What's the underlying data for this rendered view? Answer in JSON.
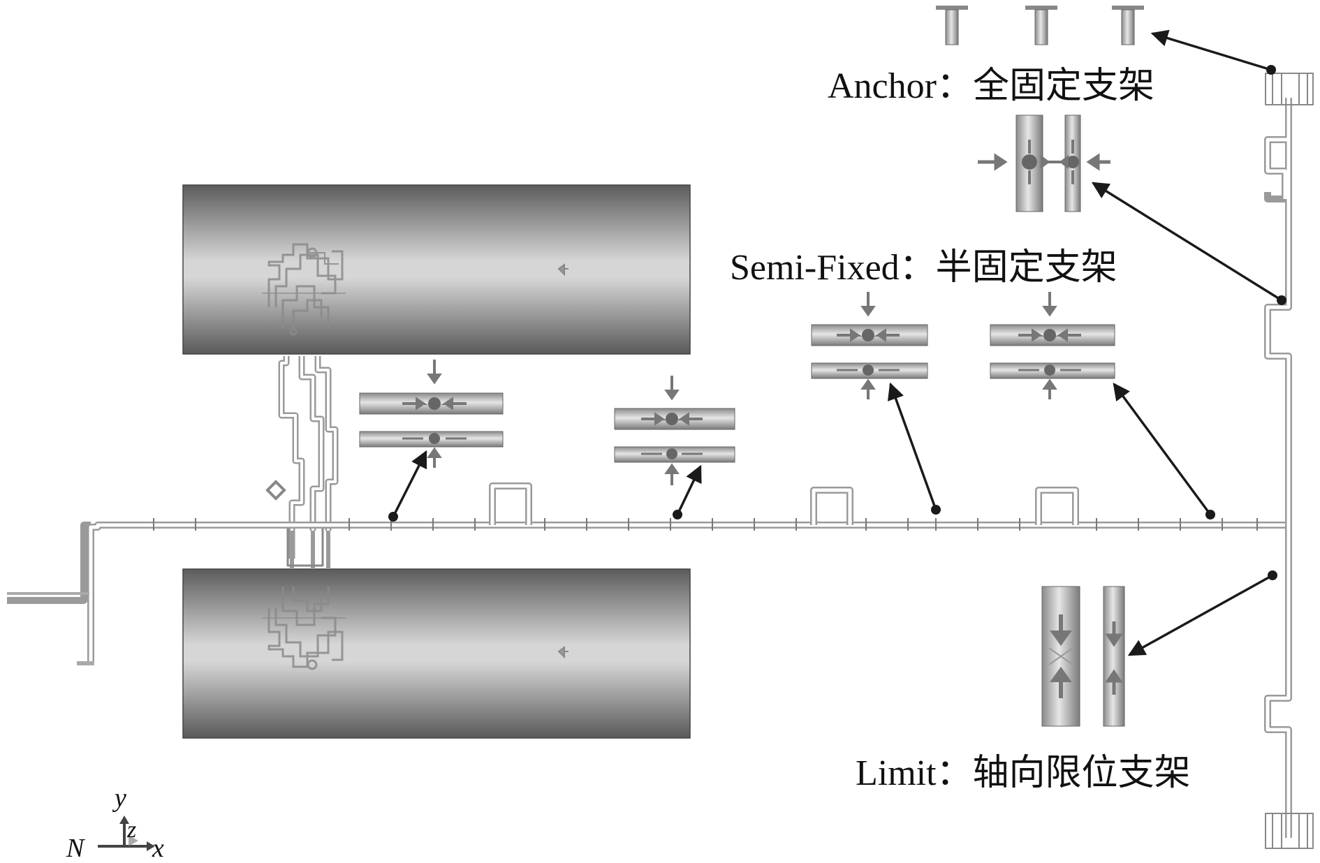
{
  "labels": {
    "anchor": "Anchor：全固定支架",
    "semi_fixed": "Semi-Fixed：半固定支架",
    "limit": "Limit：轴向限位支架"
  },
  "axes": {
    "y": "y",
    "z": "z",
    "n": "N",
    "x": "x"
  },
  "colors": {
    "pipe": "#bdbdbd",
    "line": "#1a1a1a",
    "tank_dark": "#5a5a5a",
    "tank_light": "#d9d9d9",
    "marker": "#777777"
  }
}
